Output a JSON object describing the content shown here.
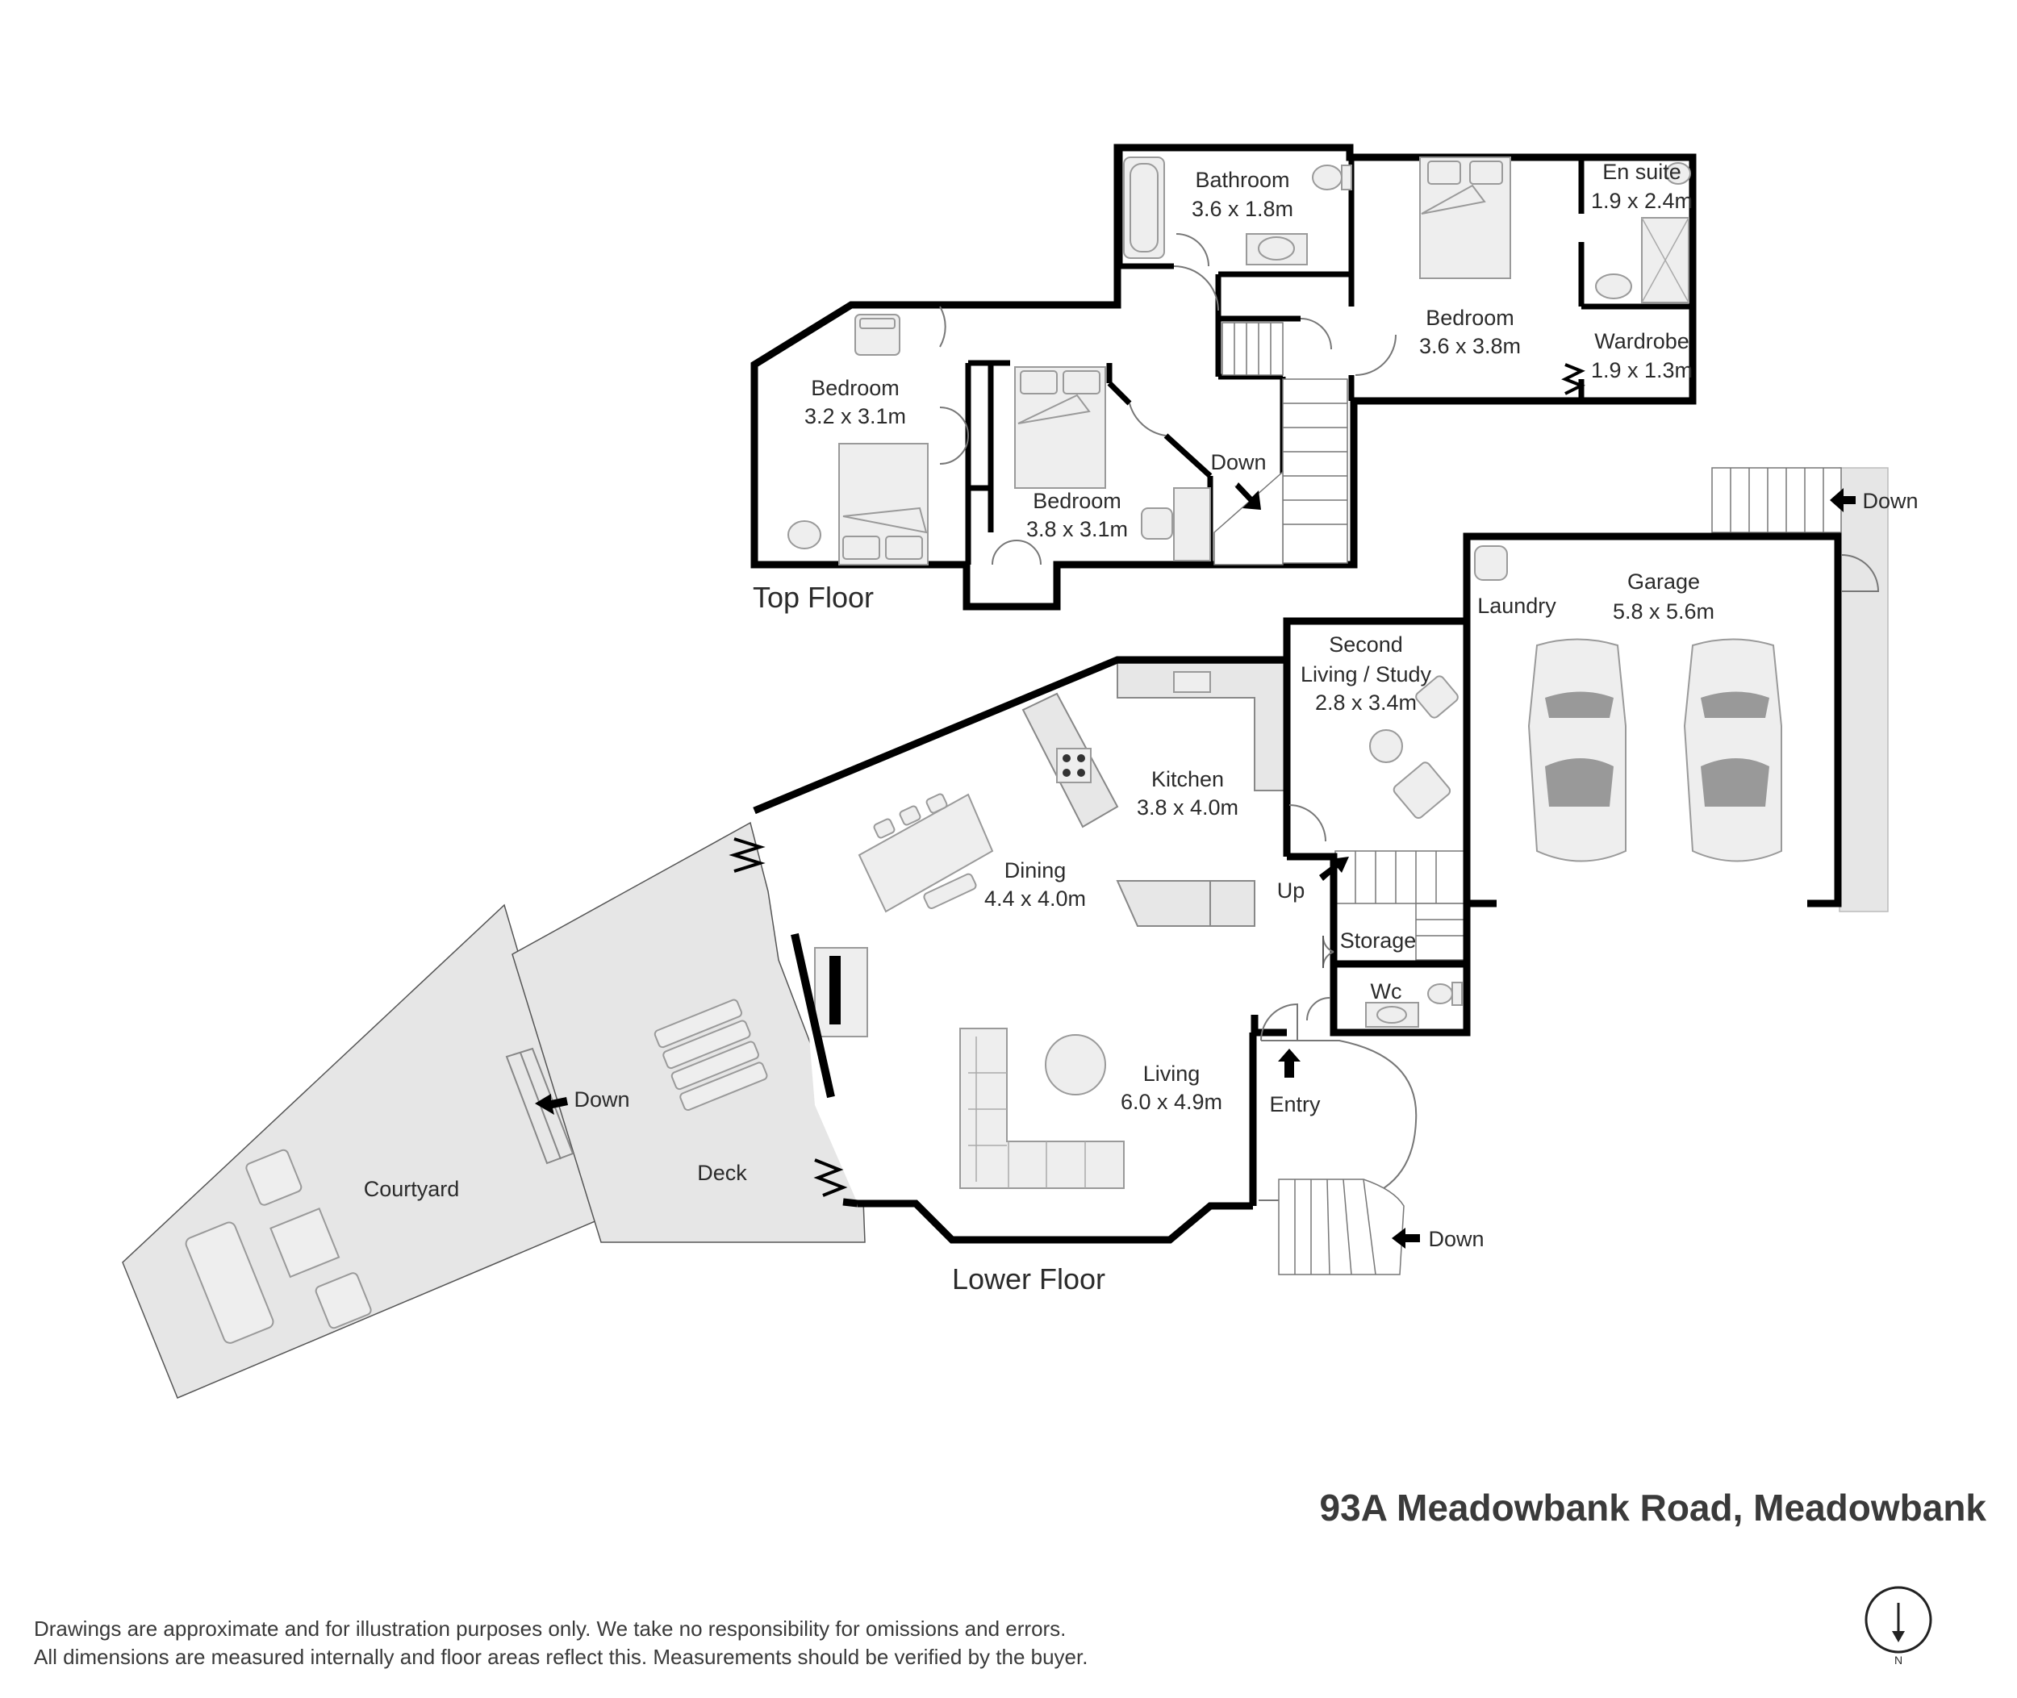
{
  "floors": {
    "top": "Top Floor",
    "lower": "Lower Floor"
  },
  "rooms": {
    "bathroom": {
      "name": "Bathroom",
      "dim": "3.6 x 1.8m"
    },
    "ensuite": {
      "name": "En suite",
      "dim": "1.9 x 2.4m"
    },
    "bedroom_master": {
      "name": "Bedroom",
      "dim": "3.6 x 3.8m"
    },
    "wardrobe": {
      "name": "Wardrobe",
      "dim": "1.9 x 1.3m"
    },
    "bedroom_left": {
      "name": "Bedroom",
      "dim": "3.2 x 3.1m"
    },
    "bedroom_mid": {
      "name": "Bedroom",
      "dim": "3.8 x 3.1m"
    },
    "garage": {
      "name": "Garage",
      "dim": "5.8 x 5.6m"
    },
    "laundry": {
      "name": "Laundry"
    },
    "second_living": {
      "name_line1": "Second",
      "name_line2": "Living / Study",
      "dim": "2.8 x 3.4m"
    },
    "kitchen": {
      "name": "Kitchen",
      "dim": "3.8 x 4.0m"
    },
    "dining": {
      "name": "Dining",
      "dim": "4.4 x 4.0m"
    },
    "storage": {
      "name": "Storage"
    },
    "wc": {
      "name": "Wc"
    },
    "living": {
      "name": "Living",
      "dim": "6.0 x 4.9m"
    },
    "entry": {
      "name": "Entry"
    },
    "deck": {
      "name": "Deck"
    },
    "courtyard": {
      "name": "Courtyard"
    }
  },
  "stairs": {
    "down_top": "Down",
    "down_garage": "Down",
    "up": "Up",
    "down_deck": "Down",
    "down_entry": "Down"
  },
  "address": "93A Meadowbank Road, Meadowbank",
  "disclaimer": {
    "line1": "Drawings are approximate and for illustration purposes only. We take no responsibility for omissions and errors.",
    "line2": "All dimensions are measured internally and floor areas reflect this. Measurements should be verified by the buyer."
  },
  "compass": {
    "label": "N"
  }
}
